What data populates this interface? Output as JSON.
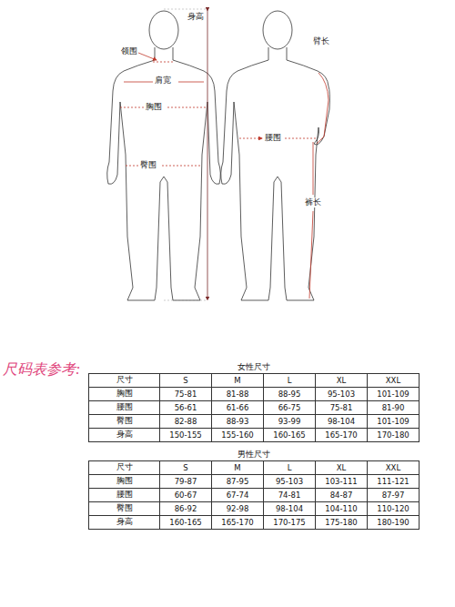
{
  "diagram": {
    "title": "尺码表参考:",
    "labels": [
      "身高",
      "领围",
      "肩宽",
      "胸围",
      "臀围",
      "臂长",
      "腰围",
      "裤长",
      "女性尺寸",
      "尺寸",
      "S",
      "M",
      "L",
      "XL",
      "XXL",
      "胸围",
      "75-81",
      "81-88",
      "88-95",
      "95-103",
      "101-109",
      "腰围",
      "56-61",
      "61-66",
      "66-75",
      "75-81",
      "81-90",
      "臀围",
      "82-88",
      "88-93",
      "93-99",
      "98-104",
      "101-109",
      "身高",
      "150-155",
      "155-160",
      "160-165",
      "165-170",
      "170-180",
      "男性尺寸",
      "尺寸",
      "S",
      "M",
      "L",
      "XL",
      "XXL",
      "胸围",
      "79-87",
      "87-95",
      "95-103",
      "103-111",
      "111-121",
      "腰围",
      "60-67",
      "67-74",
      "74-81",
      "84-87",
      "87-97",
      "臀围",
      "86-92",
      "92-98",
      "98-104",
      "104-110",
      "110-120",
      "身高",
      "160-165",
      "165-170",
      "170-175",
      "175-180",
      "180-190"
    ]
  }
}
